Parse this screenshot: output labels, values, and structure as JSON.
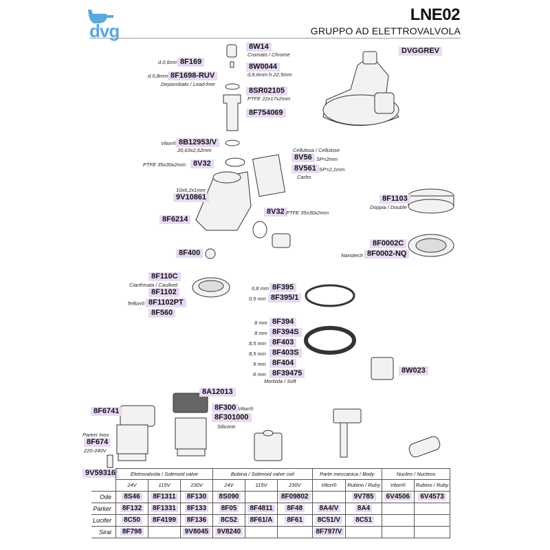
{
  "brand": {
    "logo_text": "dvg",
    "accent": "#5aa8dc"
  },
  "header": {
    "title": "LNE02",
    "subtitle": "GRUPPO AD ELETTROVALVOLA"
  },
  "colors": {
    "code_bg": "#e7d9f3"
  },
  "codes": {
    "c8w14": "8W14",
    "n8w14": "Cromato / Chrome",
    "c8f169": "8F169",
    "n8f169": "d.0,6mm",
    "c8w0044": "8W0044",
    "n8w0044": "d.8,6mm h.22,5mm",
    "c8f1698": "8F1698-RUV",
    "n8f1698a": "d.0,8mm",
    "n8f1698b": "Depiombato / Lead-free",
    "c8sr": "8SR02105",
    "n8sr": "PTFE 22x17x2mm",
    "c8f754": "8F754069",
    "cdvggrev": "DVGGREV",
    "n8b12953a": "Viton®",
    "c8b12953": "8B12953/V",
    "n8b12953b": "20,63x2,62mm",
    "n8v32a": "PTFE 35x30x2mm",
    "c8v32a": "8V32",
    "n8v56a": "Cellulosa / Cellulose",
    "c8v56": "8V56",
    "n8v56b": "SP=2mm",
    "c8v561": "8V561",
    "n8v561a": "SP=2,1mm",
    "n8v561b": "Carbo",
    "n9v10861": "10x6,2x1mm",
    "c9v10861": "9V10861",
    "c8v32b": "8V32",
    "n8v32b": "PTFE 35x30x2mm",
    "c8f6214": "8F6214",
    "c8f1103": "8F1103",
    "n8f1103": "Doppia / Double",
    "c8f0002c": "8F0002C",
    "n8f0002nq": "Nanotech",
    "c8f0002nq": "8F0002-NQ",
    "c8f400": "8F400",
    "c8f110c": "8F110C",
    "n8f110c": "Cianfrinata / Caulked",
    "c8f1102": "8F1102",
    "n8f1102pt": "Teflon®",
    "c8f1102pt": "8F1102PT",
    "c8f560": "8F560",
    "n8f395": "0,8 mm",
    "c8f395": "8F395",
    "n8f3951": "0,5 mm",
    "c8f3951": "8F395/1",
    "n8f394": "8 mm",
    "c8f394": "8F394",
    "n8f394s": "8 mm",
    "c8f394s": "8F394S",
    "n8f403": "8,5 mm",
    "c8f403": "8F403",
    "n8f403s": "8,5 mm",
    "c8f403s": "8F403S",
    "n8f404": "9 mm",
    "c8f404": "8F404",
    "n8f39475": "8 mm",
    "c8f39475": "8F39475",
    "n8f39475b": "Morbida / Soft",
    "c8w023": "8W023",
    "c8a12013": "8A12013",
    "c8f6741": "8F6741",
    "c8f300": "8F300",
    "n8f300": "Viton®",
    "c8f301000": "8F301000",
    "n8f301000": "Silicone",
    "n8f674a": "Parker Inox",
    "c8f674": "8F674",
    "n8f674b": "220-240V",
    "c9v59316": "9V59316"
  },
  "table": {
    "groups": [
      "Eletrovalvola / Solenoid valve",
      "Bobina / Solenoid valve coil",
      "Parte meccanica / Body",
      "Nucleo / Nucleos"
    ],
    "subheaders": [
      "24V",
      "115V",
      "230V",
      "24V",
      "115V",
      "230V",
      "Viton®",
      "Rubino / Ruby",
      "Viton®",
      "Rubino / Ruby"
    ],
    "rows": [
      {
        "name": "Ode",
        "cells": [
          "8S46",
          "8F1311",
          "8F130",
          "8S090",
          "",
          "8F09802",
          "",
          "9V785",
          "6V4506",
          "6V4573"
        ]
      },
      {
        "name": "Parker",
        "cells": [
          "8F132",
          "8F1331",
          "8F133",
          "8F05",
          "8F4811",
          "8F48",
          "8A4/V",
          "8A4",
          "",
          ""
        ]
      },
      {
        "name": "Lucifer",
        "cells": [
          "8C50",
          "8F4199",
          "8F136",
          "8C52",
          "8F61/A",
          "8F61",
          "8C51/V",
          "8C51",
          "",
          ""
        ]
      },
      {
        "name": "Sirai",
        "cells": [
          "8F798",
          "",
          "9V8045",
          "9V8240",
          "",
          "",
          "8F797/V",
          "",
          "",
          ""
        ]
      }
    ]
  }
}
